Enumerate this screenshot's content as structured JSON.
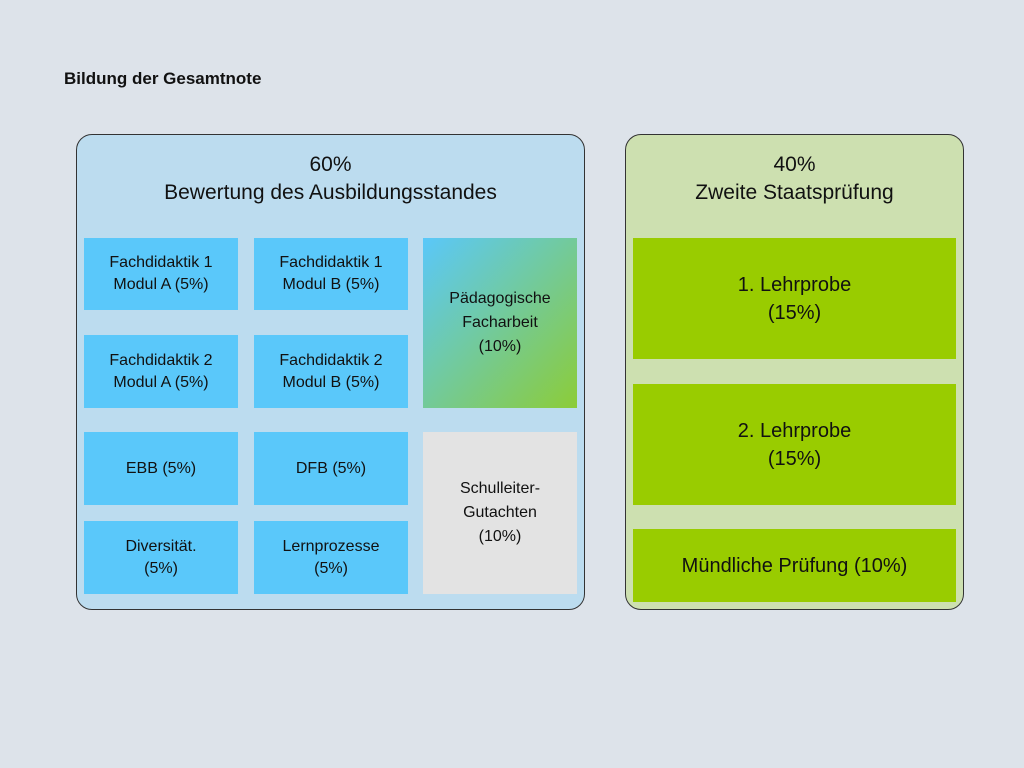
{
  "title": "Bildung der Gesamtnote",
  "left_panel": {
    "percent": "60%",
    "label": "Bewertung des Ausbildungsstandes",
    "boxes": [
      {
        "line1": "Fachdidaktik 1",
        "line2": "Modul A (5%)"
      },
      {
        "line1": "Fachdidaktik 1",
        "line2": "Modul B (5%)"
      },
      {
        "line1": "Pädagogische",
        "line2": "Facharbeit",
        "line3": "(10%)"
      },
      {
        "line1": "Fachdidaktik 2",
        "line2": "Modul A (5%)"
      },
      {
        "line1": "Fachdidaktik 2",
        "line2": "Modul B (5%)"
      },
      {
        "line1": "EBB (5%)"
      },
      {
        "line1": "DFB (5%)"
      },
      {
        "line1": "Schulleiter-",
        "line2": "Gutachten",
        "line3": "(10%)"
      },
      {
        "line1": "Diversität.",
        "line2": "(5%)"
      },
      {
        "line1": "Lernprozesse",
        "line2": "(5%)"
      }
    ]
  },
  "right_panel": {
    "percent": "40%",
    "label": "Zweite Staatsprüfung",
    "boxes": [
      {
        "line1": "1. Lehrprobe",
        "line2": "(15%)"
      },
      {
        "line1": "2. Lehrprobe",
        "line2": "(15%)"
      },
      {
        "line1": "Mündliche Prüfung (10%)"
      }
    ]
  },
  "colors": {
    "background": "#dde3ea",
    "left_panel": "#bcdcef",
    "right_panel": "#cde0b0",
    "blue_box": "#5ac8fa",
    "green_box": "#99cc00",
    "grey_box": "#e3e3e3"
  }
}
